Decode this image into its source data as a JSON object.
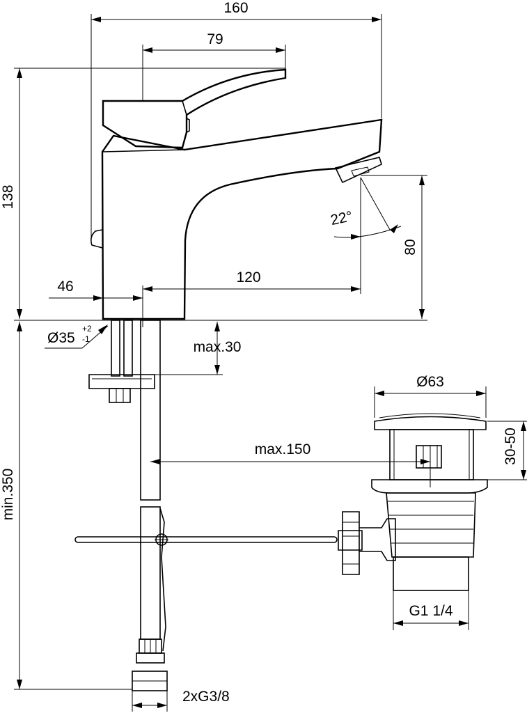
{
  "dimensions": {
    "width_total": "160",
    "lever_reach": "79",
    "height_total": "138",
    "spout_reach": "120",
    "body_offset": "46",
    "spout_clearance": "80",
    "spout_angle": "22°",
    "hole_diameter": "Ø35",
    "hole_tol_upper": "+2",
    "hole_tol_lower": "-1",
    "max_deck": "max.30",
    "waste_diameter": "Ø63",
    "waste_height": "30-50",
    "max_distance": "max.150",
    "min_hose": "min.350",
    "waste_thread": "G1 1/4",
    "hose_connection": "2xG3/8"
  }
}
